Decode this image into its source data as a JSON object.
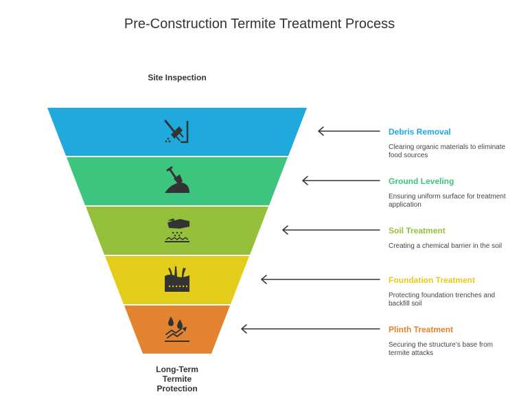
{
  "title": "Pre-Construction Termite Treatment Process",
  "top_label": "Site Inspection",
  "bottom_label": [
    "Long-Term",
    "Termite",
    "Protection"
  ],
  "stages": [
    {
      "title": "Debris Removal",
      "description": "Clearing organic materials to eliminate food sources",
      "color": "#20a9dc",
      "icon": "rake-icon"
    },
    {
      "title": "Ground Leveling",
      "description": "Ensuring uniform surface for treatment application",
      "color": "#3dc47f",
      "icon": "shovel-icon"
    },
    {
      "title": "Soil Treatment",
      "description": "Creating a chemical barrier in the soil",
      "color": "#94c03c",
      "icon": "sprayer-icon"
    },
    {
      "title": "Foundation Treatment",
      "description": "Protecting foundation trenches and backfill soil",
      "color": "#e3cc1a",
      "icon": "foundation-icon"
    },
    {
      "title": "Plinth Treatment",
      "description": "Securing the structure's base from termite attacks",
      "color": "#e38330",
      "icon": "plinth-drops-icon"
    }
  ]
}
